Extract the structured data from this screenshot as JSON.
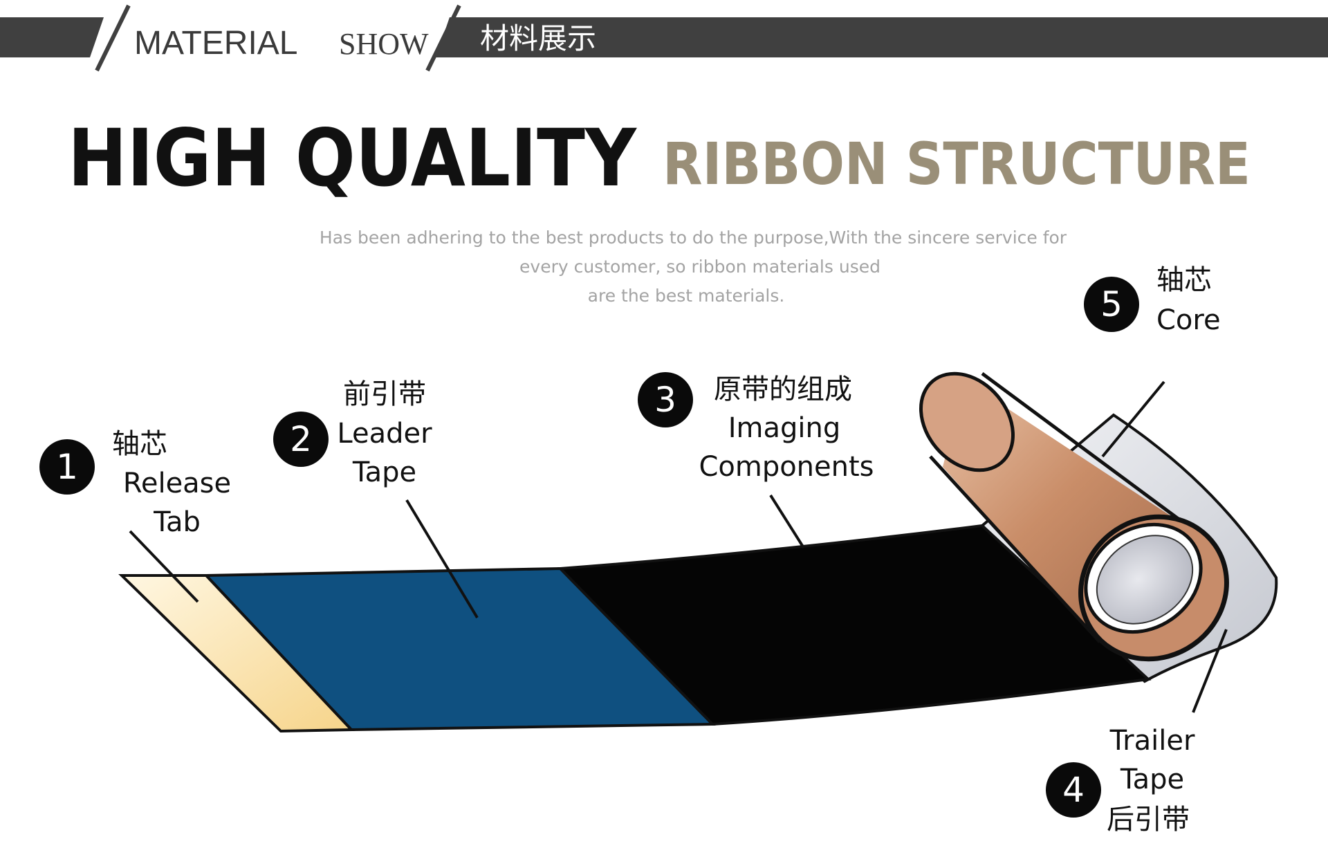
{
  "banner": {
    "word1": "MATERIAL",
    "word2": "SHOW",
    "chinese": "材料展示",
    "bar_color": "#404040"
  },
  "headline": {
    "part1": "HIGH QUALITY",
    "part2": "RIBBON STRUCTURE",
    "part1_color": "#111111",
    "part2_color": "#9a8f78"
  },
  "subtitle": {
    "line1": "Has been adhering to the best products to do the purpose,With the sincere service for",
    "line2": "every customer, so  ribbon materials used",
    "line3": "are the best materials."
  },
  "callouts": [
    {
      "number": "1",
      "cn": "轴芯",
      "en_line1": "Release",
      "en_line2": "Tab"
    },
    {
      "number": "2",
      "cn": "前引带",
      "en_line1": "Leader",
      "en_line2": "Tape"
    },
    {
      "number": "3",
      "cn": "原带的组成",
      "en_line1": "Imaging",
      "en_line2": "Components"
    },
    {
      "number": "4",
      "cn": "后引带",
      "en_line1": "Trailer",
      "en_line2": "Tape"
    },
    {
      "number": "5",
      "cn": "轴芯",
      "en_line1": "Core",
      "en_line2": ""
    }
  ],
  "colors": {
    "release_tab": "#f7d98e",
    "leader_tape": "#0f5080",
    "imaging": "#050505",
    "trailer": "#d9dbe0",
    "core": "#c48a66",
    "core_end": "#c8c9d0"
  }
}
